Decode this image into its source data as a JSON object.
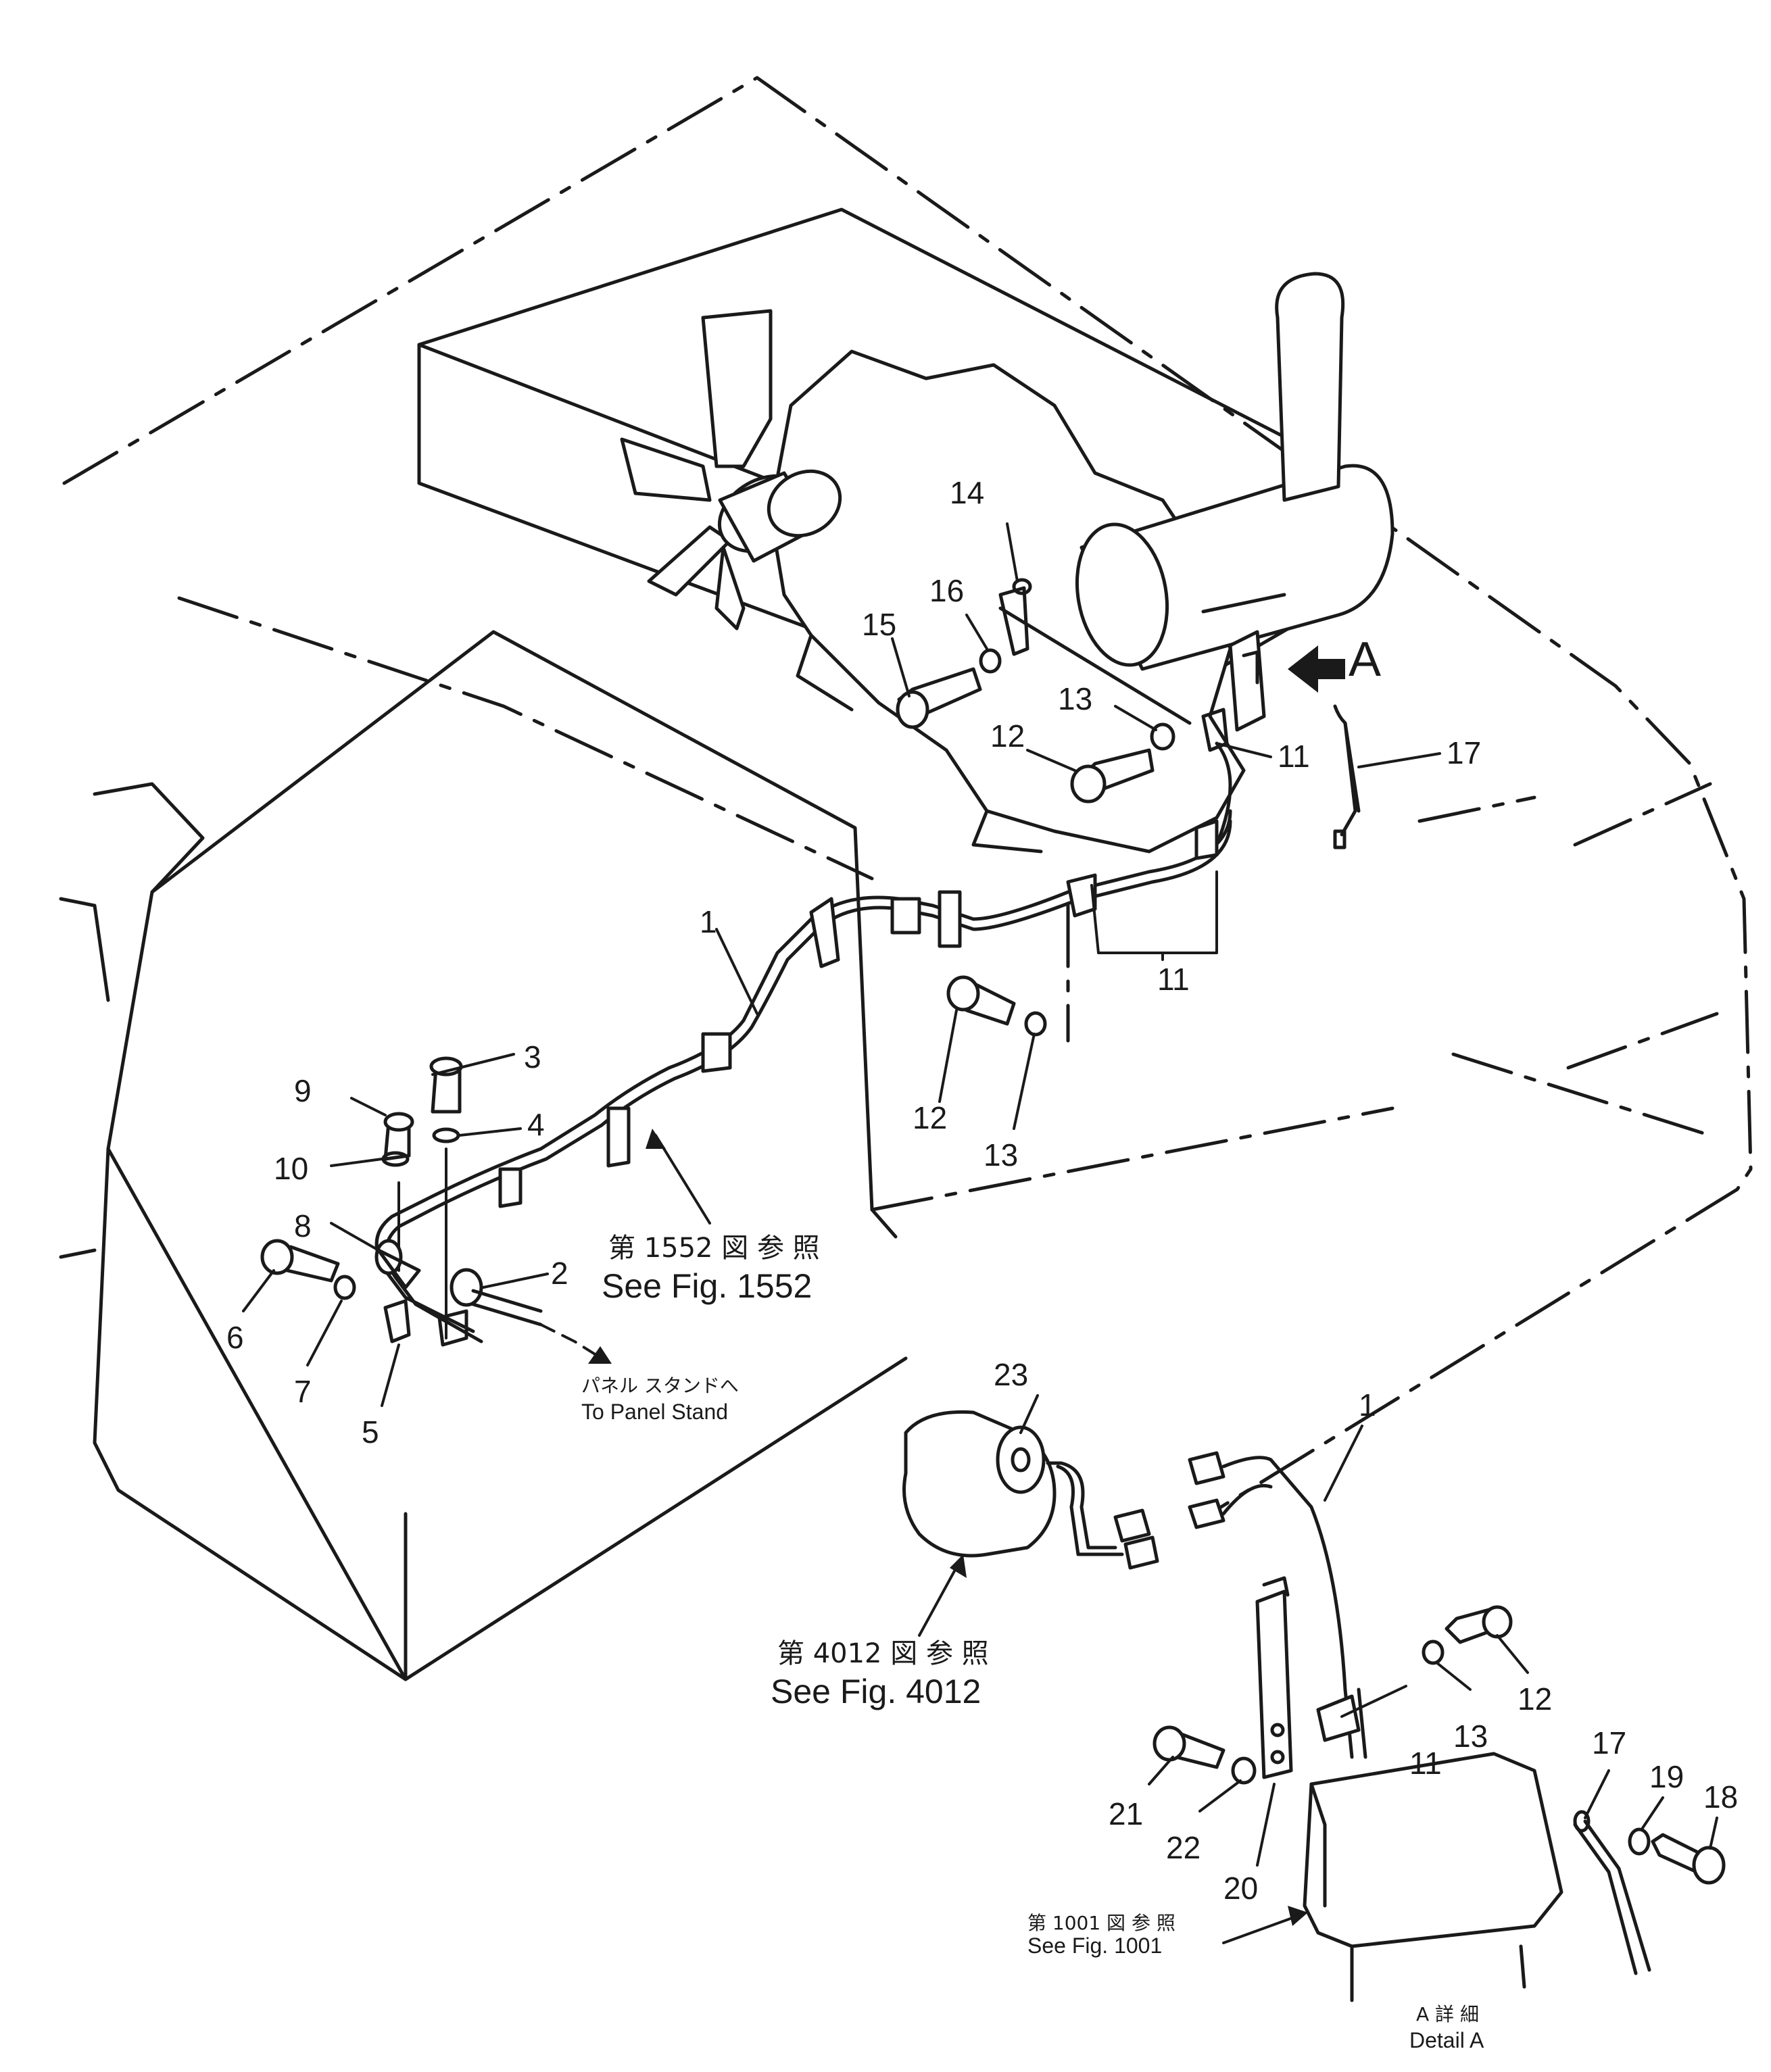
{
  "callouts": {
    "n1a": "1",
    "n2": "2",
    "n3": "3",
    "n4": "4",
    "n5": "5",
    "n6": "6",
    "n7": "7",
    "n8": "8",
    "n9": "9",
    "n10": "10",
    "n11a": "11",
    "n11b": "11",
    "n11c": "11",
    "n12a": "12",
    "n12b": "12",
    "n12c": "12",
    "n13a": "13",
    "n13b": "13",
    "n13c": "13",
    "n14": "14",
    "n15": "15",
    "n16": "16",
    "n17a": "17",
    "n17b": "17",
    "n18": "18",
    "n19": "19",
    "n20": "20",
    "n21": "21",
    "n22": "22",
    "n23": "23",
    "n1b": "1"
  },
  "view_marker": {
    "letter": "A"
  },
  "references": {
    "fig1552_jp": "第 1552 図 参 照",
    "fig1552_en": "See Fig. 1552",
    "panel_jp": "パネル スタンドへ",
    "panel_en": "To Panel Stand",
    "fig4012_jp": "第 4012 図 参 照",
    "fig4012_en": "See Fig. 4012",
    "fig1001_jp": "第 1001 図 参 照",
    "fig1001_en": "See Fig. 1001",
    "detail_jp": "A 詳 細",
    "detail_en": "Detail A"
  }
}
